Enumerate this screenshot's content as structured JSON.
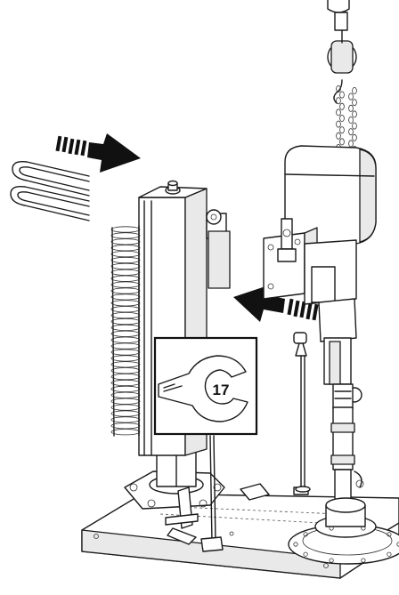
{
  "callout": {
    "wrench_size": "17",
    "icon": "open-end-wrench"
  },
  "arrows": [
    {
      "direction": "right",
      "style": "striped-tail"
    },
    {
      "direction": "left",
      "style": "striped-tail"
    }
  ],
  "colors": {
    "line": "#1a1a1a",
    "arrow": "#111111",
    "background": "#ffffff"
  }
}
